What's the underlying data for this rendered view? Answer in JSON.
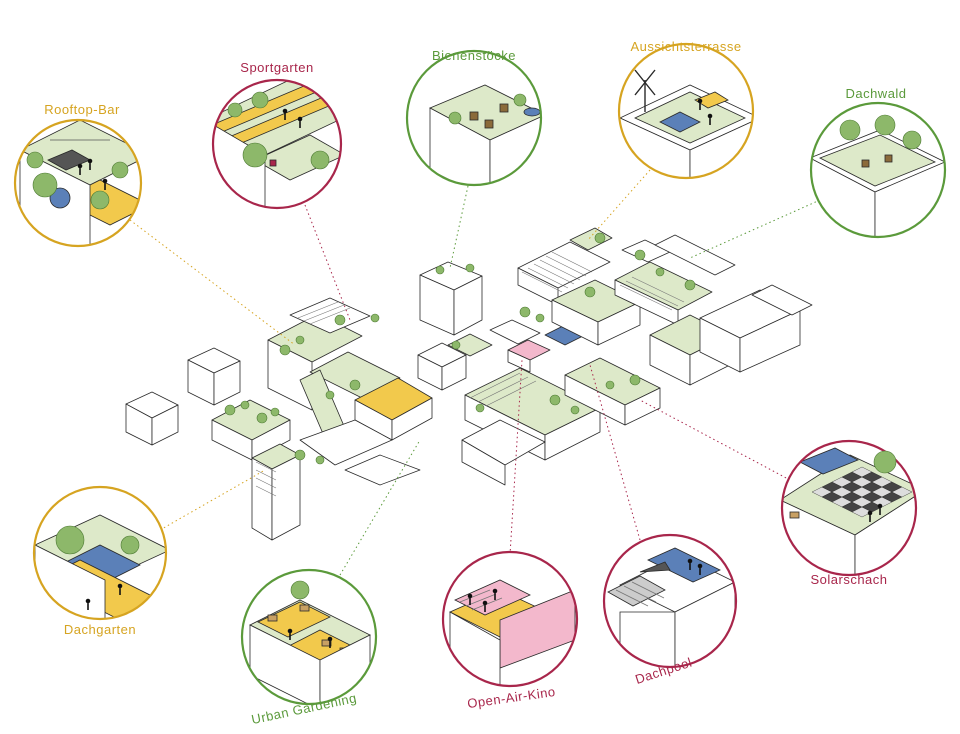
{
  "colors": {
    "green": "#5b9a3b",
    "ochre": "#d6a421",
    "crimson": "#a8264b",
    "lawn": "#dde9c9",
    "tree": "#8db86a",
    "path": "#f2c94c",
    "water": "#5b80b8",
    "pink": "#f3b8cc",
    "outline": "#2a2a2a"
  },
  "vignettes": [
    {
      "id": "rooftop-bar",
      "label": "Rooftop-Bar",
      "color": "ochre",
      "icon": "bar-scene-icon"
    },
    {
      "id": "sportgarten",
      "label": "Sportgarten",
      "color": "crimson",
      "icon": "sports-track-icon"
    },
    {
      "id": "bienenstoecke",
      "label": "Bienenstöcke",
      "color": "green",
      "icon": "beehive-icon"
    },
    {
      "id": "aussichtsterrasse",
      "label": "Aussichtsterrasse",
      "color": "ochre",
      "icon": "wind-turbine-icon"
    },
    {
      "id": "dachwald",
      "label": "Dachwald",
      "color": "green",
      "icon": "roof-forest-icon"
    },
    {
      "id": "solarschach",
      "label": "Solarschach",
      "color": "crimson",
      "icon": "chessboard-icon"
    },
    {
      "id": "dachpool",
      "label": "Dachpool",
      "color": "crimson",
      "icon": "pool-icon"
    },
    {
      "id": "open-air-kino",
      "label": "Open-Air-Kino",
      "color": "crimson",
      "icon": "cinema-screen-icon"
    },
    {
      "id": "urban-gardening",
      "label": "Urban Gardening",
      "color": "green",
      "icon": "garden-beds-icon"
    },
    {
      "id": "dachgarten",
      "label": "Dachgarten",
      "color": "ochre",
      "icon": "roof-garden-icon"
    }
  ]
}
